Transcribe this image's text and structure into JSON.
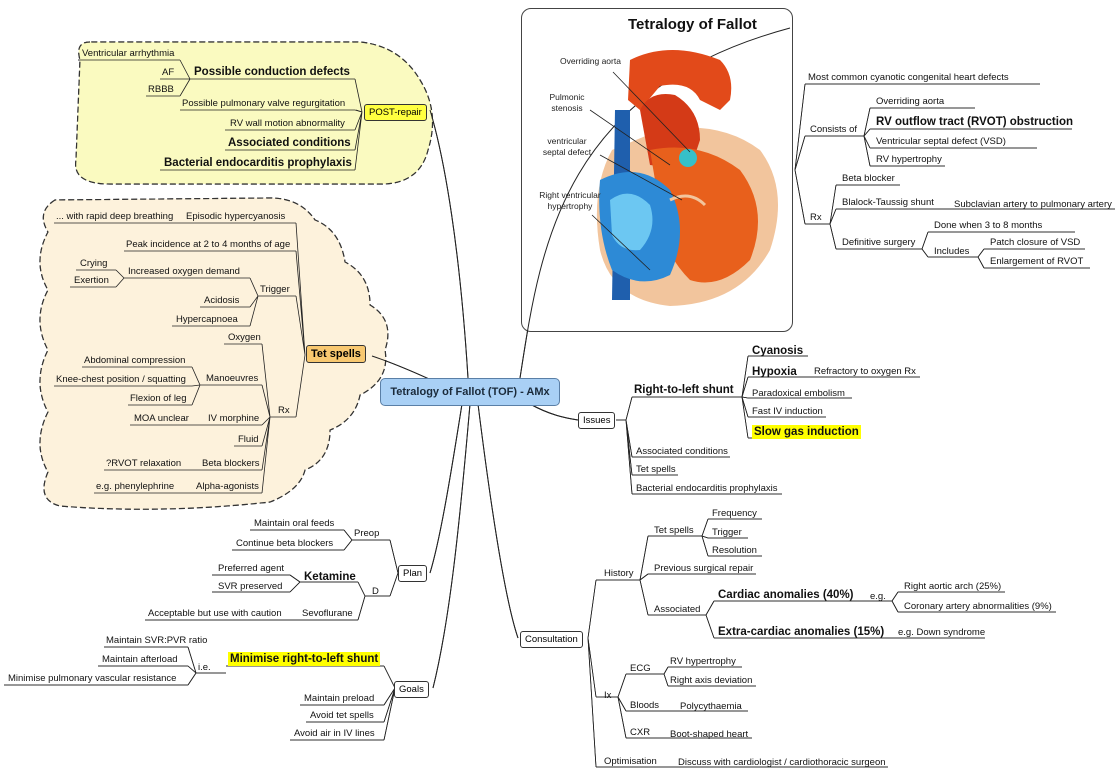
{
  "center": "Tetralogy of Fallot (TOF) - AMx",
  "illustration": {
    "title": "Tetralogy of Fallot",
    "labels": {
      "overriding_aorta": "Overriding aorta",
      "pulmonic_stenosis_1": "Pulmonic",
      "pulmonic_stenosis_2": "stenosis",
      "vsd_1": "ventricular",
      "vsd_2": "septal defect",
      "rvh_1": "Right ventricular",
      "rvh_2": "hypertrophy"
    }
  },
  "post_repair": {
    "box": "POST-repair",
    "conduction_defects": "Possible conduction defects",
    "ventricular_arrhythmia": "Ventricular arrhythmia",
    "af": "AF",
    "rbbb": "RBBB",
    "pulm_regurg": "Possible pulmonary valve regurgitation",
    "rv_wall": "RV wall motion abnormality",
    "assoc_conditions": "Associated conditions",
    "endocarditis": "Bacterial endocarditis prophylaxis"
  },
  "tet_spells": {
    "box": "Tet spells",
    "episodic": "Episodic hypercyanosis",
    "rapid_breathing": "... with rapid deep breathing",
    "peak": "Peak incidence at 2 to 4 months of age",
    "trigger": "Trigger",
    "increased_o2": "Increased oxygen demand",
    "crying": "Crying",
    "exertion": "Exertion",
    "acidosis": "Acidosis",
    "hypercapnoea": "Hypercapnoea",
    "rx": "Rx",
    "oxygen": "Oxygen",
    "manoeuvres": "Manoeuvres",
    "abdominal": "Abdominal compression",
    "knee_chest": "Knee-chest position / squatting",
    "flexion": "Flexion of leg",
    "iv_morphine": "IV morphine",
    "moa": "MOA unclear",
    "fluid": "Fluid",
    "beta_blockers": "Beta blockers",
    "rvot_relax": "?RVOT relaxation",
    "alpha": "Alpha-agonists",
    "phenylephrine": "e.g. phenylephrine"
  },
  "plan": {
    "node": "Plan",
    "preop": "Preop",
    "oral_feeds": "Maintain oral feeds",
    "continue_bb": "Continue beta blockers",
    "d": "D",
    "ketamine": "Ketamine",
    "preferred": "Preferred agent",
    "svr_preserved": "SVR preserved",
    "sevoflurane": "Sevoflurane",
    "acceptable": "Acceptable but use with caution"
  },
  "goals": {
    "node": "Goals",
    "minimise_shunt": "Minimise right-to-left shunt",
    "ie": "i.e.",
    "svr_pvr": "Maintain SVR:PVR ratio",
    "afterload": "Maintain afterload",
    "pvr": "Minimise pulmonary vascular resistance",
    "preload": "Maintain preload",
    "avoid_tet": "Avoid tet spells",
    "avoid_air": "Avoid air in IV lines"
  },
  "overview": {
    "most_common": "Most common cyanotic congenital heart defects",
    "consists_of": "Consists of",
    "overriding_aorta": "Overriding aorta",
    "rvot": "RV outflow tract (RVOT) obstruction",
    "vsd": "Ventricular septal defect (VSD)",
    "rvh": "RV hypertrophy",
    "rx": "Rx",
    "beta_blocker": "Beta blocker",
    "blalock": "Blalock-Taussig shunt",
    "subclavian": "Subclavian artery to pulmonary artery",
    "definitive": "Definitive surgery",
    "done_when": "Done when 3 to 8 months",
    "includes": "Includes",
    "patch": "Patch closure of VSD",
    "enlargement": "Enlargement of RVOT"
  },
  "issues": {
    "node": "Issues",
    "rl_shunt": "Right-to-left shunt",
    "cyanosis": "Cyanosis",
    "hypoxia": "Hypoxia",
    "refractory": "Refractory to oxygen Rx",
    "paradoxical": "Paradoxical embolism",
    "fast_iv": "Fast IV induction",
    "slow_gas": "Slow gas induction",
    "assoc": "Associated conditions",
    "tet_spells": "Tet spells",
    "endocarditis": "Bacterial endocarditis prophylaxis"
  },
  "consultation": {
    "node": "Consultation",
    "history": "History",
    "tet_spells": "Tet spells",
    "frequency": "Frequency",
    "trigger": "Trigger",
    "resolution": "Resolution",
    "previous_repair": "Previous surgical repair",
    "associated": "Associated",
    "cardiac": "Cardiac anomalies (40%)",
    "eg": "e.g.",
    "right_arch": "Right aortic arch (25%)",
    "coronary": "Coronary artery abnormalities (9%)",
    "extra_cardiac": "Extra-cardiac anomalies (15%)",
    "down": "e.g. Down syndrome",
    "ix": "Ix",
    "ecg": "ECG",
    "rvh": "RV hypertrophy",
    "rad": "Right axis deviation",
    "bloods": "Bloods",
    "polycythaemia": "Polycythaemia",
    "cxr": "CXR",
    "boot": "Boot-shaped heart",
    "optimisation": "Optimisation",
    "discuss": "Discuss with cardiologist / cardiothoracic surgeon"
  },
  "colors": {
    "center_fill": "#a9d0f5",
    "post_repair_cloud": "#fafac0",
    "tet_cloud": "#fdf2dc",
    "post_repair_box": "#ffff40",
    "tet_box": "#f8c870",
    "highlight": "#ffff00"
  }
}
